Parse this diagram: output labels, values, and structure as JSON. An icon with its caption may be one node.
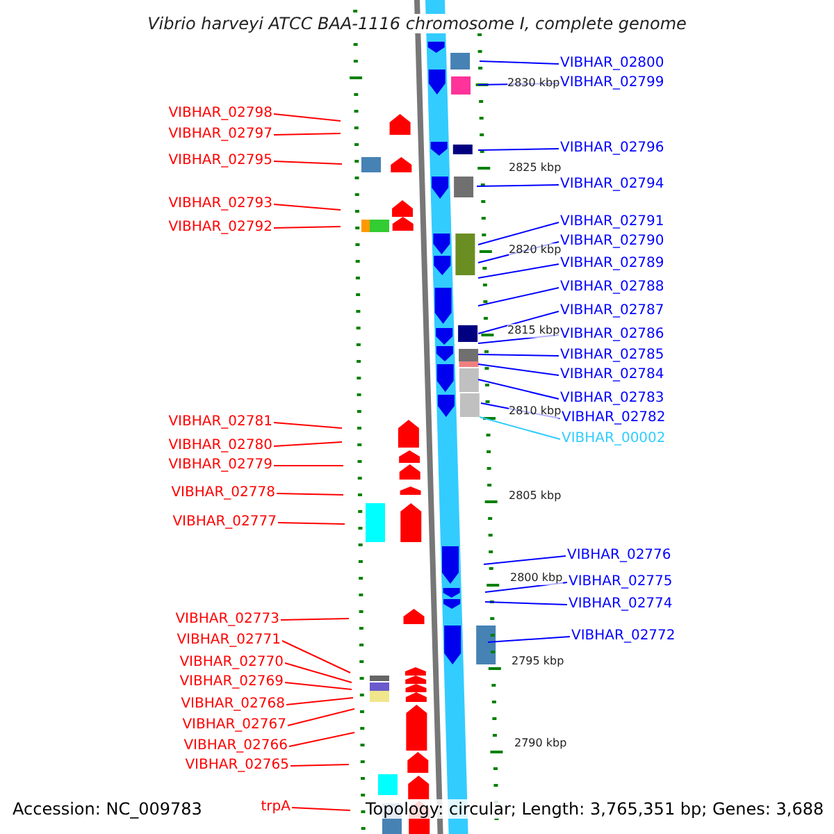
{
  "diagram": {
    "title": "Vibrio harveyi ATCC BAA-1116 chromosome I, complete genome",
    "nodes": [
      {
        "text": [
          "VIBHAR_02798"
        ]
      },
      {
        "text": [
          "VIBHAR_02797"
        ]
      },
      {
        "text": [
          "VIBHAR_02795"
        ]
      },
      {
        "text": [
          "VIBHAR_02793"
        ]
      },
      {
        "text": [
          "VIBHAR_02792"
        ]
      },
      {
        "text": [
          "VIBHAR_02781"
        ]
      },
      {
        "text": [
          "VIBHAR_02780"
        ]
      },
      {
        "text": [
          "VIBHAR_02779"
        ]
      },
      {
        "text": [
          "VIBHAR_02778"
        ]
      },
      {
        "text": [
          "VIBHAR_02777"
        ]
      },
      {
        "text": [
          "VIBHAR_02773"
        ]
      },
      {
        "text": [
          "VIBHAR_02771"
        ]
      },
      {
        "text": [
          "VIBHAR_02770"
        ]
      },
      {
        "text": [
          "VIBHAR_02769"
        ]
      },
      {
        "text": [
          "VIBHAR_02768"
        ]
      },
      {
        "text": [
          "VIBHAR_02767"
        ]
      },
      {
        "text": [
          "VIBHAR_02766"
        ]
      },
      {
        "text": [
          "VIBHAR_02765"
        ]
      },
      {
        "text": [
          "trpA"
        ]
      },
      {
        "text": [
          "VIBHAR_02800"
        ]
      },
      {
        "text": [
          "VIBHAR_02799"
        ]
      },
      {
        "text": [
          "VIBHAR_02796"
        ]
      },
      {
        "text": [
          "VIBHAR_02794"
        ]
      },
      {
        "text": [
          "VIBHAR_02791"
        ]
      },
      {
        "text": [
          "VIBHAR_02790"
        ]
      },
      {
        "text": [
          "VIBHAR_02789"
        ]
      },
      {
        "text": [
          "VIBHAR_02788"
        ]
      },
      {
        "text": [
          "VIBHAR_02787"
        ]
      },
      {
        "text": [
          "VIBHAR_02786"
        ]
      },
      {
        "text": [
          "VIBHAR_02785"
        ]
      },
      {
        "text": [
          "VIBHAR_02784"
        ]
      },
      {
        "text": [
          "VIBHAR_02783"
        ]
      },
      {
        "text": [
          "VIBHAR_02782"
        ]
      },
      {
        "text": [
          "VIBHAR_00002"
        ]
      },
      {
        "text": [
          "VIBHAR_02776"
        ]
      },
      {
        "text": [
          "VIBHAR_02775"
        ]
      },
      {
        "text": [
          "VIBHAR_02774"
        ]
      },
      {
        "text": [
          "VIBHAR_02772"
        ]
      }
    ],
    "edges": [
      {
        "from": 0,
        "to": null,
        "arrow": "none",
        "color": "#ff0000"
      },
      {
        "from": 1,
        "to": null,
        "arrow": "none",
        "color": "#ff0000"
      },
      {
        "from": 2,
        "to": null,
        "arrow": "none",
        "color": "#ff0000"
      },
      {
        "from": 3,
        "to": null,
        "arrow": "none",
        "color": "#ff0000"
      },
      {
        "from": 4,
        "to": null,
        "arrow": "none",
        "color": "#ff0000"
      },
      {
        "from": 5,
        "to": null,
        "arrow": "none",
        "color": "#ff0000"
      },
      {
        "from": 6,
        "to": null,
        "arrow": "none",
        "color": "#ff0000"
      },
      {
        "from": 7,
        "to": null,
        "arrow": "none",
        "color": "#ff0000"
      },
      {
        "from": 8,
        "to": null,
        "arrow": "none",
        "color": "#ff0000"
      },
      {
        "from": 9,
        "to": null,
        "arrow": "none",
        "color": "#ff0000"
      },
      {
        "from": 10,
        "to": null,
        "arrow": "none",
        "color": "#ff0000"
      },
      {
        "from": 11,
        "to": null,
        "arrow": "none",
        "color": "#ff0000"
      },
      {
        "from": 12,
        "to": null,
        "arrow": "none",
        "color": "#ff0000"
      },
      {
        "from": 13,
        "to": null,
        "arrow": "none",
        "color": "#ff0000"
      },
      {
        "from": 14,
        "to": null,
        "arrow": "none",
        "color": "#ff0000"
      },
      {
        "from": 15,
        "to": null,
        "arrow": "none",
        "color": "#ff0000"
      },
      {
        "from": 16,
        "to": null,
        "arrow": "none",
        "color": "#ff0000"
      },
      {
        "from": 17,
        "to": null,
        "arrow": "none",
        "color": "#ff0000"
      },
      {
        "from": 18,
        "to": null,
        "arrow": "none",
        "color": "#ff0000"
      },
      {
        "from": 19,
        "to": null,
        "arrow": "none",
        "color": "#0000ff"
      },
      {
        "from": 20,
        "to": null,
        "arrow": "none",
        "color": "#0000ff"
      },
      {
        "from": 21,
        "to": null,
        "arrow": "none",
        "color": "#0000ff"
      },
      {
        "from": 22,
        "to": null,
        "arrow": "none",
        "color": "#0000ff"
      },
      {
        "from": 23,
        "to": null,
        "arrow": "none",
        "color": "#0000ff"
      },
      {
        "from": 24,
        "to": null,
        "arrow": "none",
        "color": "#0000ff"
      },
      {
        "from": 25,
        "to": null,
        "arrow": "none",
        "color": "#0000ff"
      },
      {
        "from": 26,
        "to": null,
        "arrow": "none",
        "color": "#0000ff"
      },
      {
        "from": 27,
        "to": null,
        "arrow": "none",
        "color": "#0000ff"
      },
      {
        "from": 28,
        "to": null,
        "arrow": "none",
        "color": "#0000ff"
      },
      {
        "from": 29,
        "to": null,
        "arrow": "none",
        "color": "#0000ff"
      },
      {
        "from": 30,
        "to": null,
        "arrow": "none",
        "color": "#0000ff"
      },
      {
        "from": 31,
        "to": null,
        "arrow": "none",
        "color": "#0000ff"
      },
      {
        "from": 32,
        "to": null,
        "arrow": "none",
        "color": "#0000ff"
      },
      {
        "from": 33,
        "to": null,
        "arrow": "none",
        "color": "#33ccff"
      },
      {
        "from": 34,
        "to": null,
        "arrow": "none",
        "color": "#0000ff"
      },
      {
        "from": 35,
        "to": null,
        "arrow": "none",
        "color": "#0000ff"
      },
      {
        "from": 36,
        "to": null,
        "arrow": "none",
        "color": "#0000ff"
      },
      {
        "from": 37,
        "to": null,
        "arrow": "none",
        "color": "#0000ff"
      }
    ],
    "labels": [
      "2830 kbp",
      "2825 kbp",
      "2820 kbp",
      "2815 kbp",
      "2810 kbp",
      "2805 kbp",
      "2800 kbp",
      "2795 kbp",
      "2790 kbp",
      "Accession: NC_009783",
      "Topology: circular; Length: 3,765,351 bp; Genes: 3,688"
    ]
  }
}
